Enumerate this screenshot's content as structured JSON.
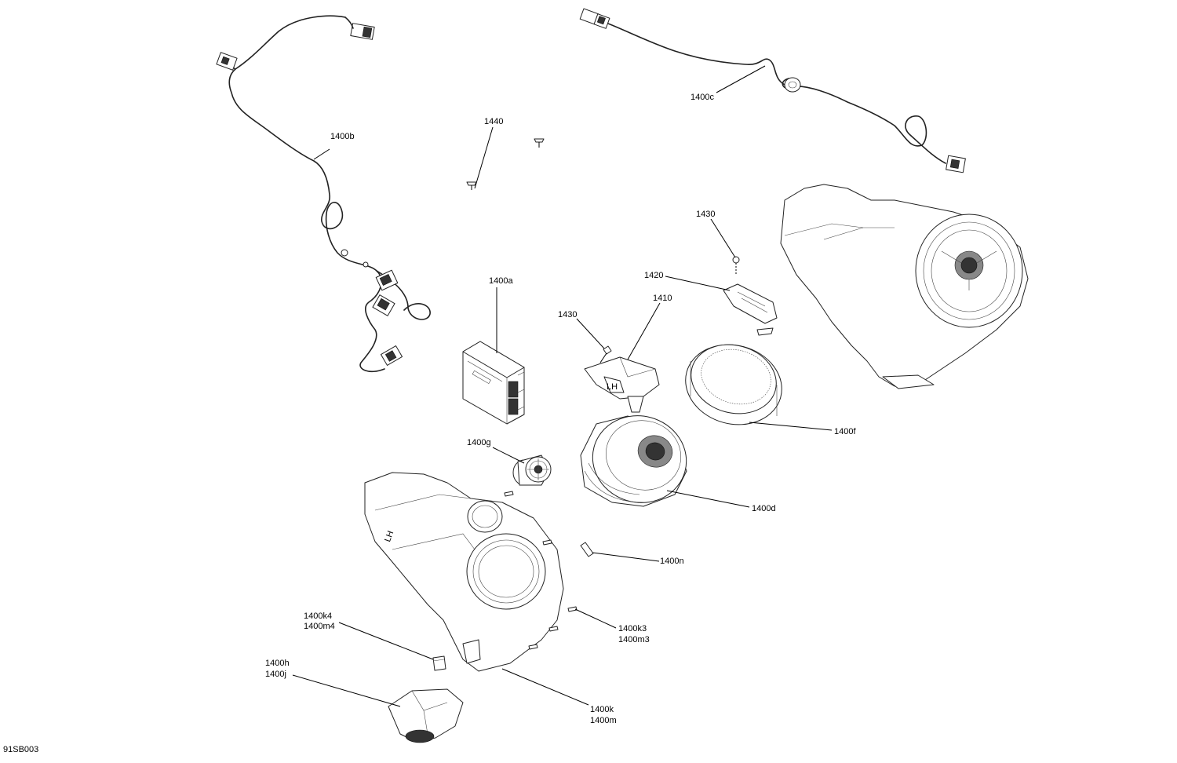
{
  "diagram": {
    "drawing_code": "91SB003",
    "callouts": [
      {
        "id": "1400b",
        "text": "1400b"
      },
      {
        "id": "1440",
        "text": "1440"
      },
      {
        "id": "1400c",
        "text": "1400c"
      },
      {
        "id": "1430-top",
        "text": "1430"
      },
      {
        "id": "1420",
        "text": "1420"
      },
      {
        "id": "1410",
        "text": "1410"
      },
      {
        "id": "1430",
        "text": "1430"
      },
      {
        "id": "1400a",
        "text": "1400a"
      },
      {
        "id": "1400f",
        "text": "1400f"
      },
      {
        "id": "1400g",
        "text": "1400g"
      },
      {
        "id": "1400d",
        "text": "1400d"
      },
      {
        "id": "1400n",
        "text": "1400n"
      },
      {
        "id": "1400k4",
        "text": "1400k4"
      },
      {
        "id": "1400m4",
        "text": "1400m4"
      },
      {
        "id": "1400k3",
        "text": "1400k3"
      },
      {
        "id": "1400m3",
        "text": "1400m3"
      },
      {
        "id": "1400h",
        "text": "1400h"
      },
      {
        "id": "1400j",
        "text": "1400j"
      },
      {
        "id": "1400k",
        "text": "1400k"
      },
      {
        "id": "1400m",
        "text": "1400m"
      }
    ]
  }
}
